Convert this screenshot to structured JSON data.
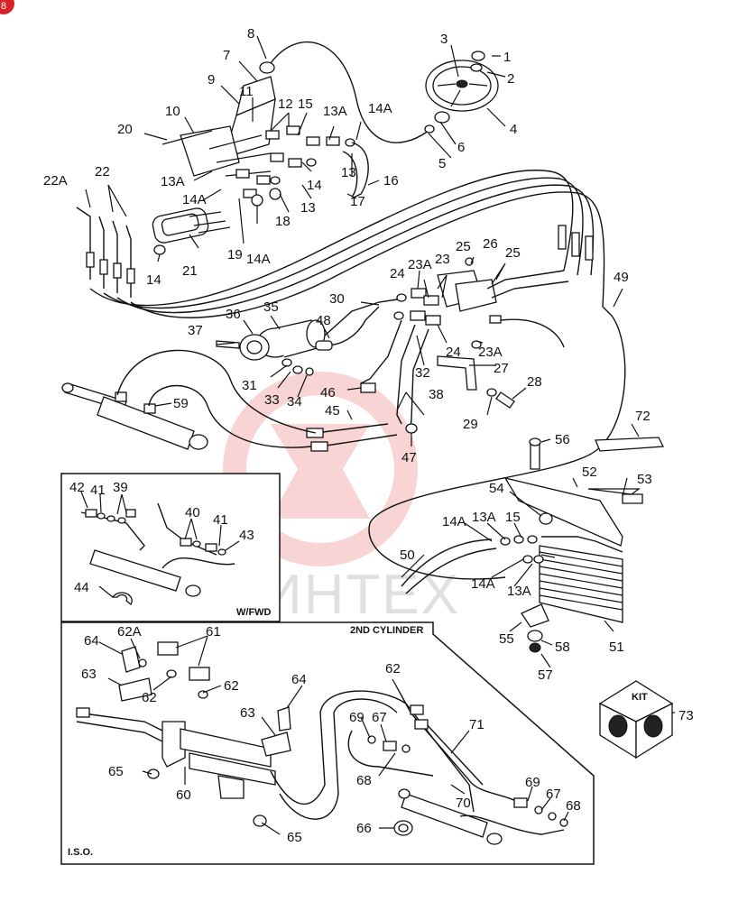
{
  "corner_badge": "8",
  "watermark_text": "ИНТЕХ",
  "colors": {
    "watermark_logo": "#f3b2b2",
    "badge": "#d8232a",
    "ink": "#111111"
  },
  "inset_labels": {
    "wfwd": "W/FWD",
    "second_cylinder": "2ND CYLINDER",
    "iso": "I.S.O."
  },
  "kit": {
    "label": "KIT"
  },
  "callouts": [
    {
      "id": "c1",
      "text": "1"
    },
    {
      "id": "c2",
      "text": "2"
    },
    {
      "id": "c3",
      "text": "3"
    },
    {
      "id": "c4",
      "text": "4"
    },
    {
      "id": "c5",
      "text": "5"
    },
    {
      "id": "c6",
      "text": "6"
    },
    {
      "id": "c7",
      "text": "7"
    },
    {
      "id": "c8",
      "text": "8"
    },
    {
      "id": "c9",
      "text": "9"
    },
    {
      "id": "c10",
      "text": "10"
    },
    {
      "id": "c11",
      "text": "11"
    },
    {
      "id": "c12",
      "text": "12"
    },
    {
      "id": "c13a_1",
      "text": "13A"
    },
    {
      "id": "c14a_1",
      "text": "14A"
    },
    {
      "id": "c15_1",
      "text": "15"
    },
    {
      "id": "c13_1",
      "text": "13"
    },
    {
      "id": "c16",
      "text": "16"
    },
    {
      "id": "c13a_2",
      "text": "13A"
    },
    {
      "id": "c14a_2",
      "text": "14A"
    },
    {
      "id": "c14_1",
      "text": "14"
    },
    {
      "id": "c17",
      "text": "17"
    },
    {
      "id": "c13_2",
      "text": "13"
    },
    {
      "id": "c18",
      "text": "18"
    },
    {
      "id": "c19",
      "text": "19"
    },
    {
      "id": "c14a_3",
      "text": "14A"
    },
    {
      "id": "c20",
      "text": "20"
    },
    {
      "id": "c22a",
      "text": "22A"
    },
    {
      "id": "c22",
      "text": "22"
    },
    {
      "id": "c21",
      "text": "21"
    },
    {
      "id": "c14_2",
      "text": "14"
    },
    {
      "id": "c49",
      "text": "49"
    },
    {
      "id": "c26",
      "text": "26"
    },
    {
      "id": "c25_1",
      "text": "25"
    },
    {
      "id": "c25_2",
      "text": "25"
    },
    {
      "id": "c23a_1",
      "text": "23A"
    },
    {
      "id": "c23",
      "text": "23"
    },
    {
      "id": "c24_1",
      "text": "24"
    },
    {
      "id": "c30",
      "text": "30"
    },
    {
      "id": "c35",
      "text": "35"
    },
    {
      "id": "c36",
      "text": "36"
    },
    {
      "id": "c48",
      "text": "48"
    },
    {
      "id": "c37",
      "text": "37"
    },
    {
      "id": "c24_2",
      "text": "24"
    },
    {
      "id": "c23a_2",
      "text": "23A"
    },
    {
      "id": "c32",
      "text": "32"
    },
    {
      "id": "c27",
      "text": "27"
    },
    {
      "id": "c31",
      "text": "31"
    },
    {
      "id": "c33",
      "text": "33"
    },
    {
      "id": "c34",
      "text": "34"
    },
    {
      "id": "c28",
      "text": "28"
    },
    {
      "id": "c46",
      "text": "46"
    },
    {
      "id": "c38",
      "text": "38"
    },
    {
      "id": "c59",
      "text": "59"
    },
    {
      "id": "c45",
      "text": "45"
    },
    {
      "id": "c29",
      "text": "29"
    },
    {
      "id": "c47",
      "text": "47"
    },
    {
      "id": "c72",
      "text": "72"
    },
    {
      "id": "c56",
      "text": "56"
    },
    {
      "id": "c52",
      "text": "52"
    },
    {
      "id": "c53",
      "text": "53"
    },
    {
      "id": "c54",
      "text": "54"
    },
    {
      "id": "c14a_4",
      "text": "14A"
    },
    {
      "id": "c13a_3",
      "text": "13A"
    },
    {
      "id": "c15_2",
      "text": "15"
    },
    {
      "id": "c50",
      "text": "50"
    },
    {
      "id": "c14a_5",
      "text": "14A"
    },
    {
      "id": "c13a_4",
      "text": "13A"
    },
    {
      "id": "c55",
      "text": "55"
    },
    {
      "id": "c58",
      "text": "58"
    },
    {
      "id": "c51",
      "text": "51"
    },
    {
      "id": "c57",
      "text": "57"
    },
    {
      "id": "c73",
      "text": "73"
    },
    {
      "id": "c42",
      "text": "42"
    },
    {
      "id": "c41_1",
      "text": "41"
    },
    {
      "id": "c39",
      "text": "39"
    },
    {
      "id": "c40",
      "text": "40"
    },
    {
      "id": "c41_2",
      "text": "41"
    },
    {
      "id": "c43",
      "text": "43"
    },
    {
      "id": "c44",
      "text": "44"
    },
    {
      "id": "c64_1",
      "text": "64"
    },
    {
      "id": "c62a",
      "text": "62A"
    },
    {
      "id": "c61",
      "text": "61"
    },
    {
      "id": "c63_1",
      "text": "63"
    },
    {
      "id": "c62_1",
      "text": "62"
    },
    {
      "id": "c62_2",
      "text": "62"
    },
    {
      "id": "c64_2",
      "text": "64"
    },
    {
      "id": "c62_3",
      "text": "62"
    },
    {
      "id": "c63_2",
      "text": "63"
    },
    {
      "id": "c69_1",
      "text": "69"
    },
    {
      "id": "c67_1",
      "text": "67"
    },
    {
      "id": "c71",
      "text": "71"
    },
    {
      "id": "c65_1",
      "text": "65"
    },
    {
      "id": "c68_1",
      "text": "68"
    },
    {
      "id": "c60",
      "text": "60"
    },
    {
      "id": "c70",
      "text": "70"
    },
    {
      "id": "c69_2",
      "text": "69"
    },
    {
      "id": "c67_2",
      "text": "67"
    },
    {
      "id": "c68_2",
      "text": "68"
    },
    {
      "id": "c66",
      "text": "66"
    },
    {
      "id": "c65_2",
      "text": "65"
    }
  ]
}
